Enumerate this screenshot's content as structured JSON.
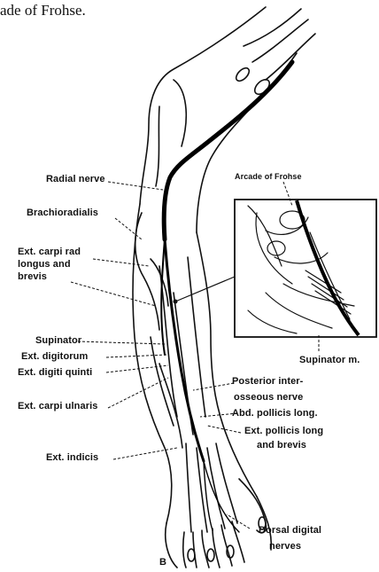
{
  "caption": "ade of Frohse.",
  "labels": {
    "radial_nerve": "Radial nerve",
    "brachioradialis": "Brachioradialis",
    "ext_carpi_rad_1": "Ext. carpi rad",
    "ext_carpi_rad_2": "longus and",
    "ext_carpi_rad_3": "brevis",
    "supinator": "Supinator",
    "ext_digitorum": "Ext. digitorum",
    "ext_digiti_quinti": "Ext. digiti quinti",
    "ext_carpi_ulnaris": "Ext. carpi ulnaris",
    "ext_indicis": "Ext. indicis",
    "arcade_of_frohse": "Arcade of Frohse",
    "supinator_m": "Supinator m.",
    "posterior_interosseous_1": "Posterior inter-",
    "posterior_interosseous_2": "osseous nerve",
    "abd_pollicis_long": "Abd. pollicis long.",
    "ext_pollicis_1": "Ext. pollicis long",
    "ext_pollicis_2": "and brevis",
    "dorsal_digital_1": "Dorsal digital",
    "dorsal_digital_2": "nerves",
    "panel_letter": "B"
  }
}
